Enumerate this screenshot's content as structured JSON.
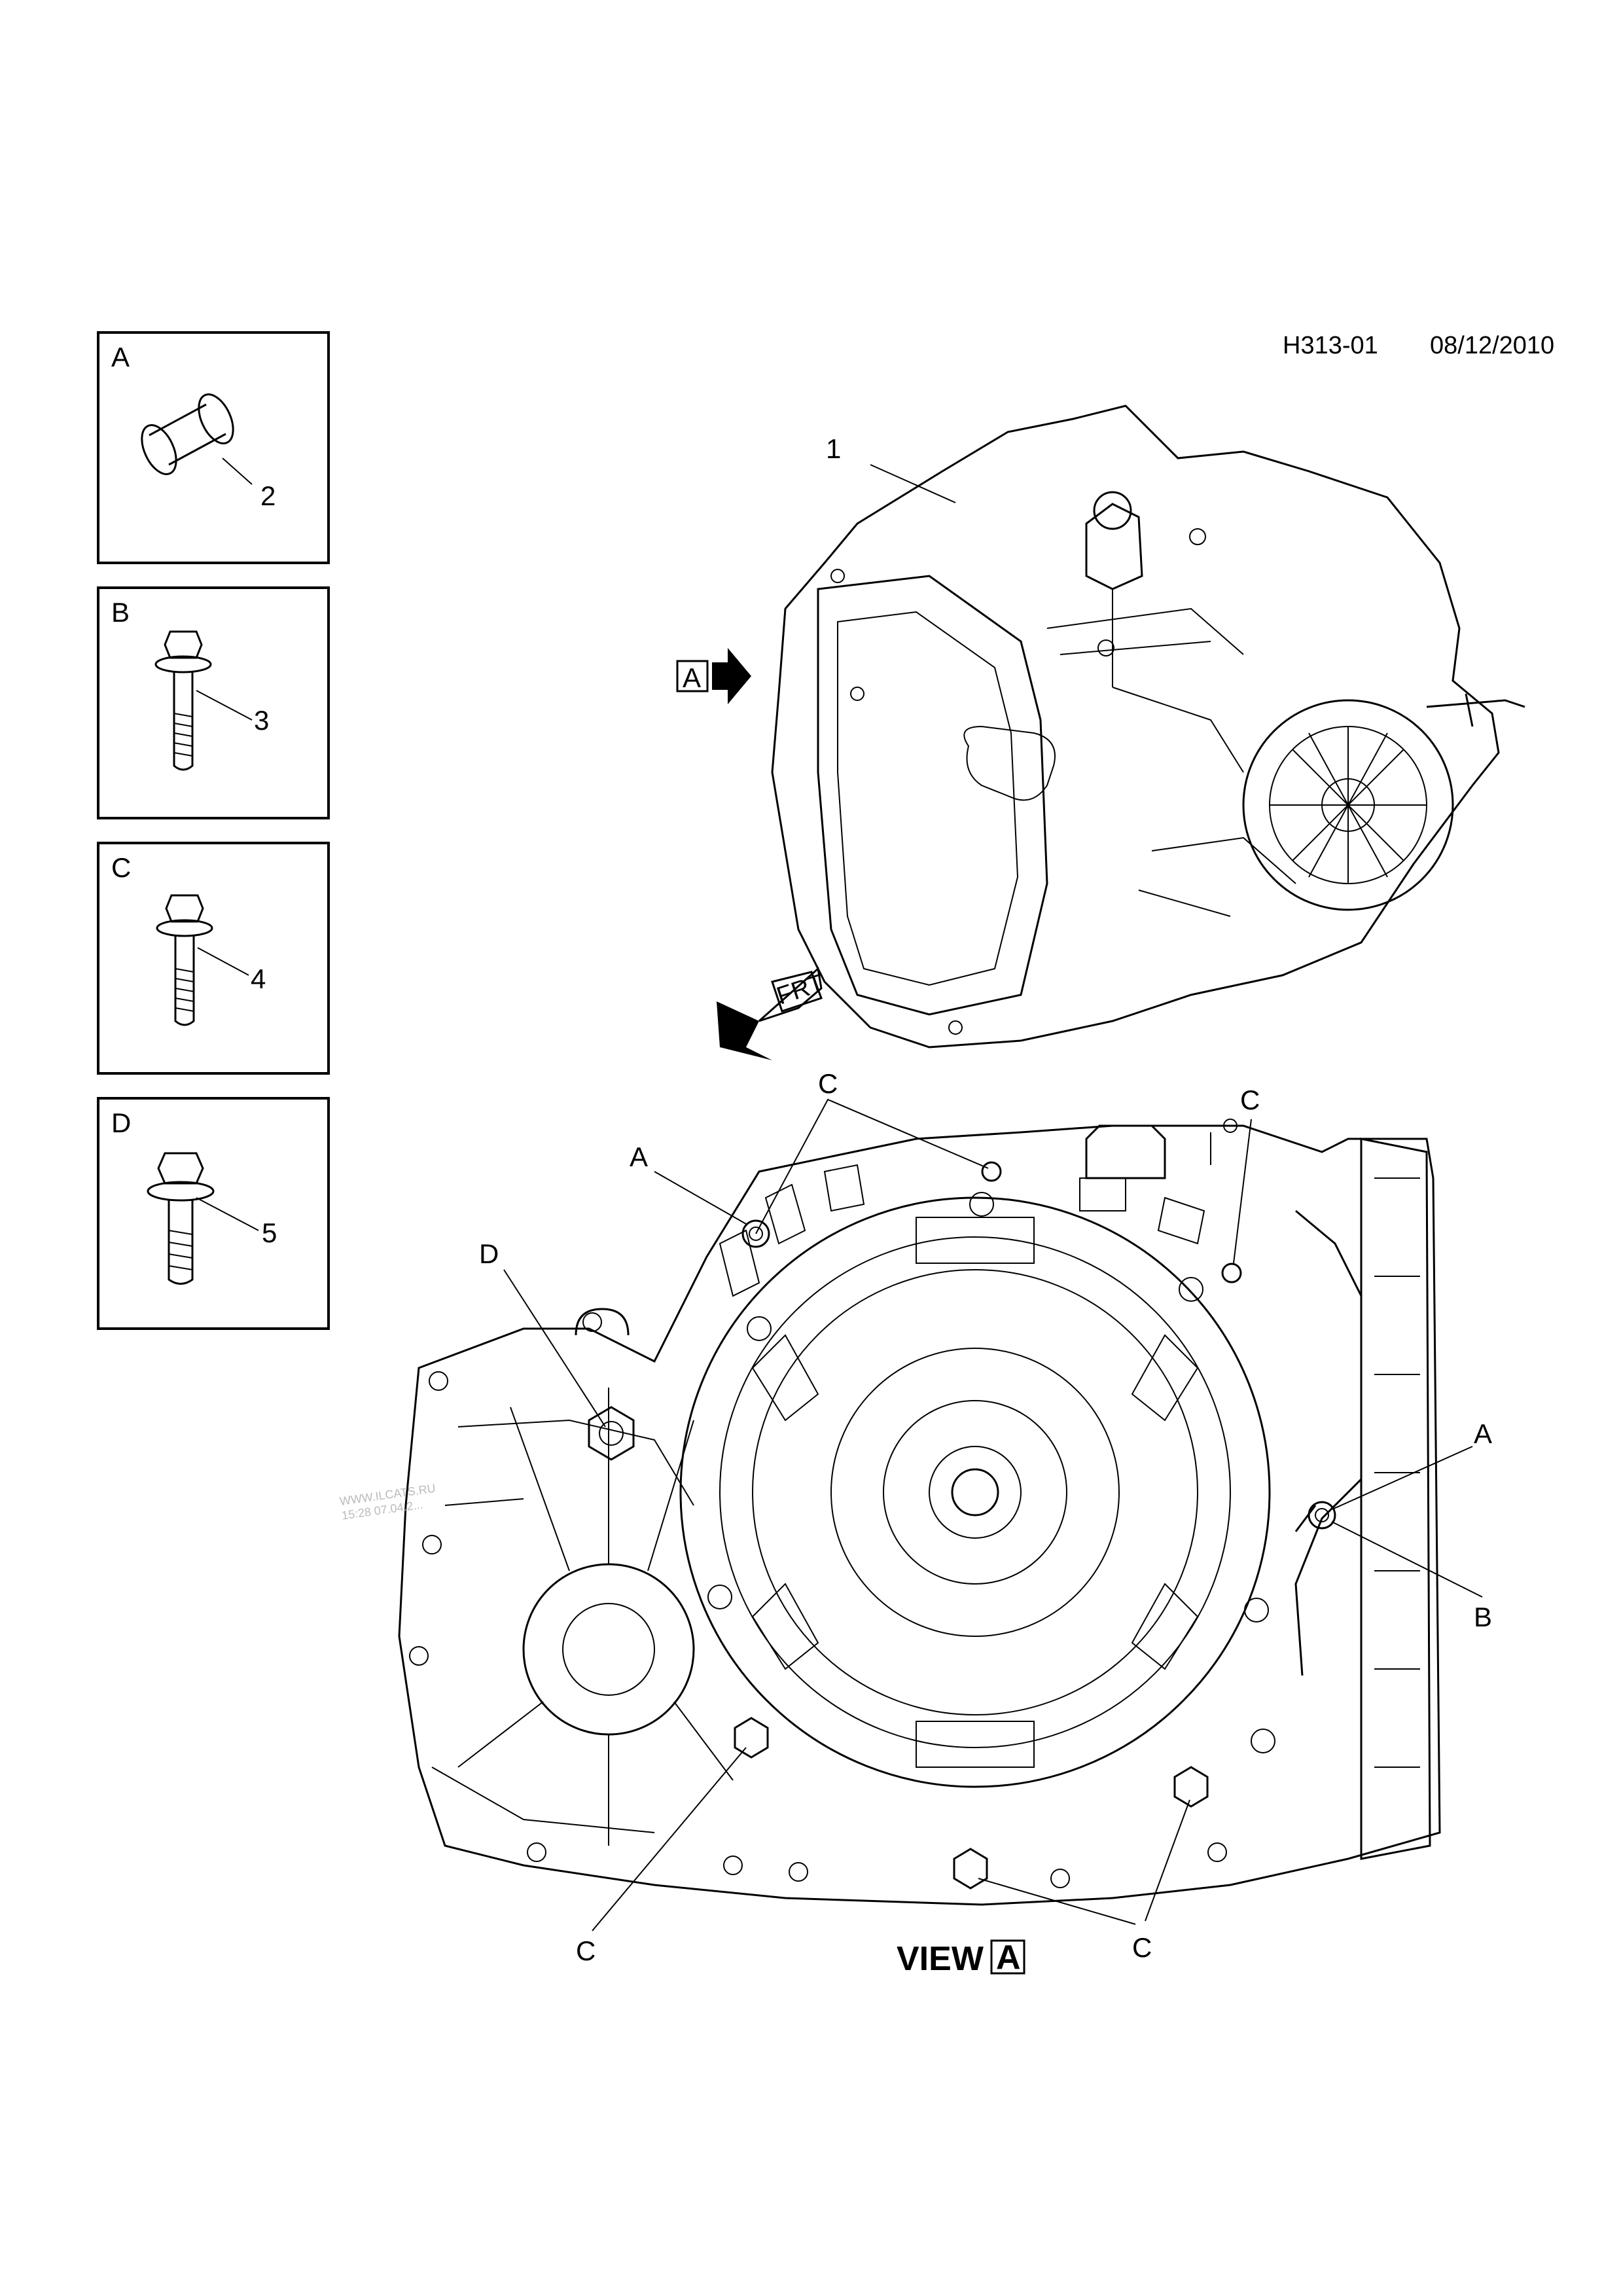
{
  "header": {
    "drawing_id": "H313-01",
    "date": "08/12/2010"
  },
  "watermark": {
    "line1": "WWW.ILCATS.RU",
    "line2": "15:28 07.04.2..."
  },
  "legend_boxes": [
    {
      "letter": "A",
      "part": "2",
      "icon": "bushing-sleeve-icon"
    },
    {
      "letter": "B",
      "part": "3",
      "icon": "flange-bolt-long-icon"
    },
    {
      "letter": "C",
      "part": "4",
      "icon": "flange-bolt-medium-icon"
    },
    {
      "letter": "D",
      "part": "5",
      "icon": "flange-bolt-short-icon"
    }
  ],
  "main_callout": "1",
  "view_arrow_letter": "A",
  "fr_arrow_text": "FRT",
  "view_caption": {
    "prefix": "VIEW",
    "letter": "A"
  },
  "view_callouts": {
    "c_top1": "C",
    "c_top2": "C",
    "a_top": "A",
    "d_left": "D",
    "a_right": "A",
    "b_right": "B",
    "c_bottom_left": "C",
    "c_bottom_right": "C"
  }
}
